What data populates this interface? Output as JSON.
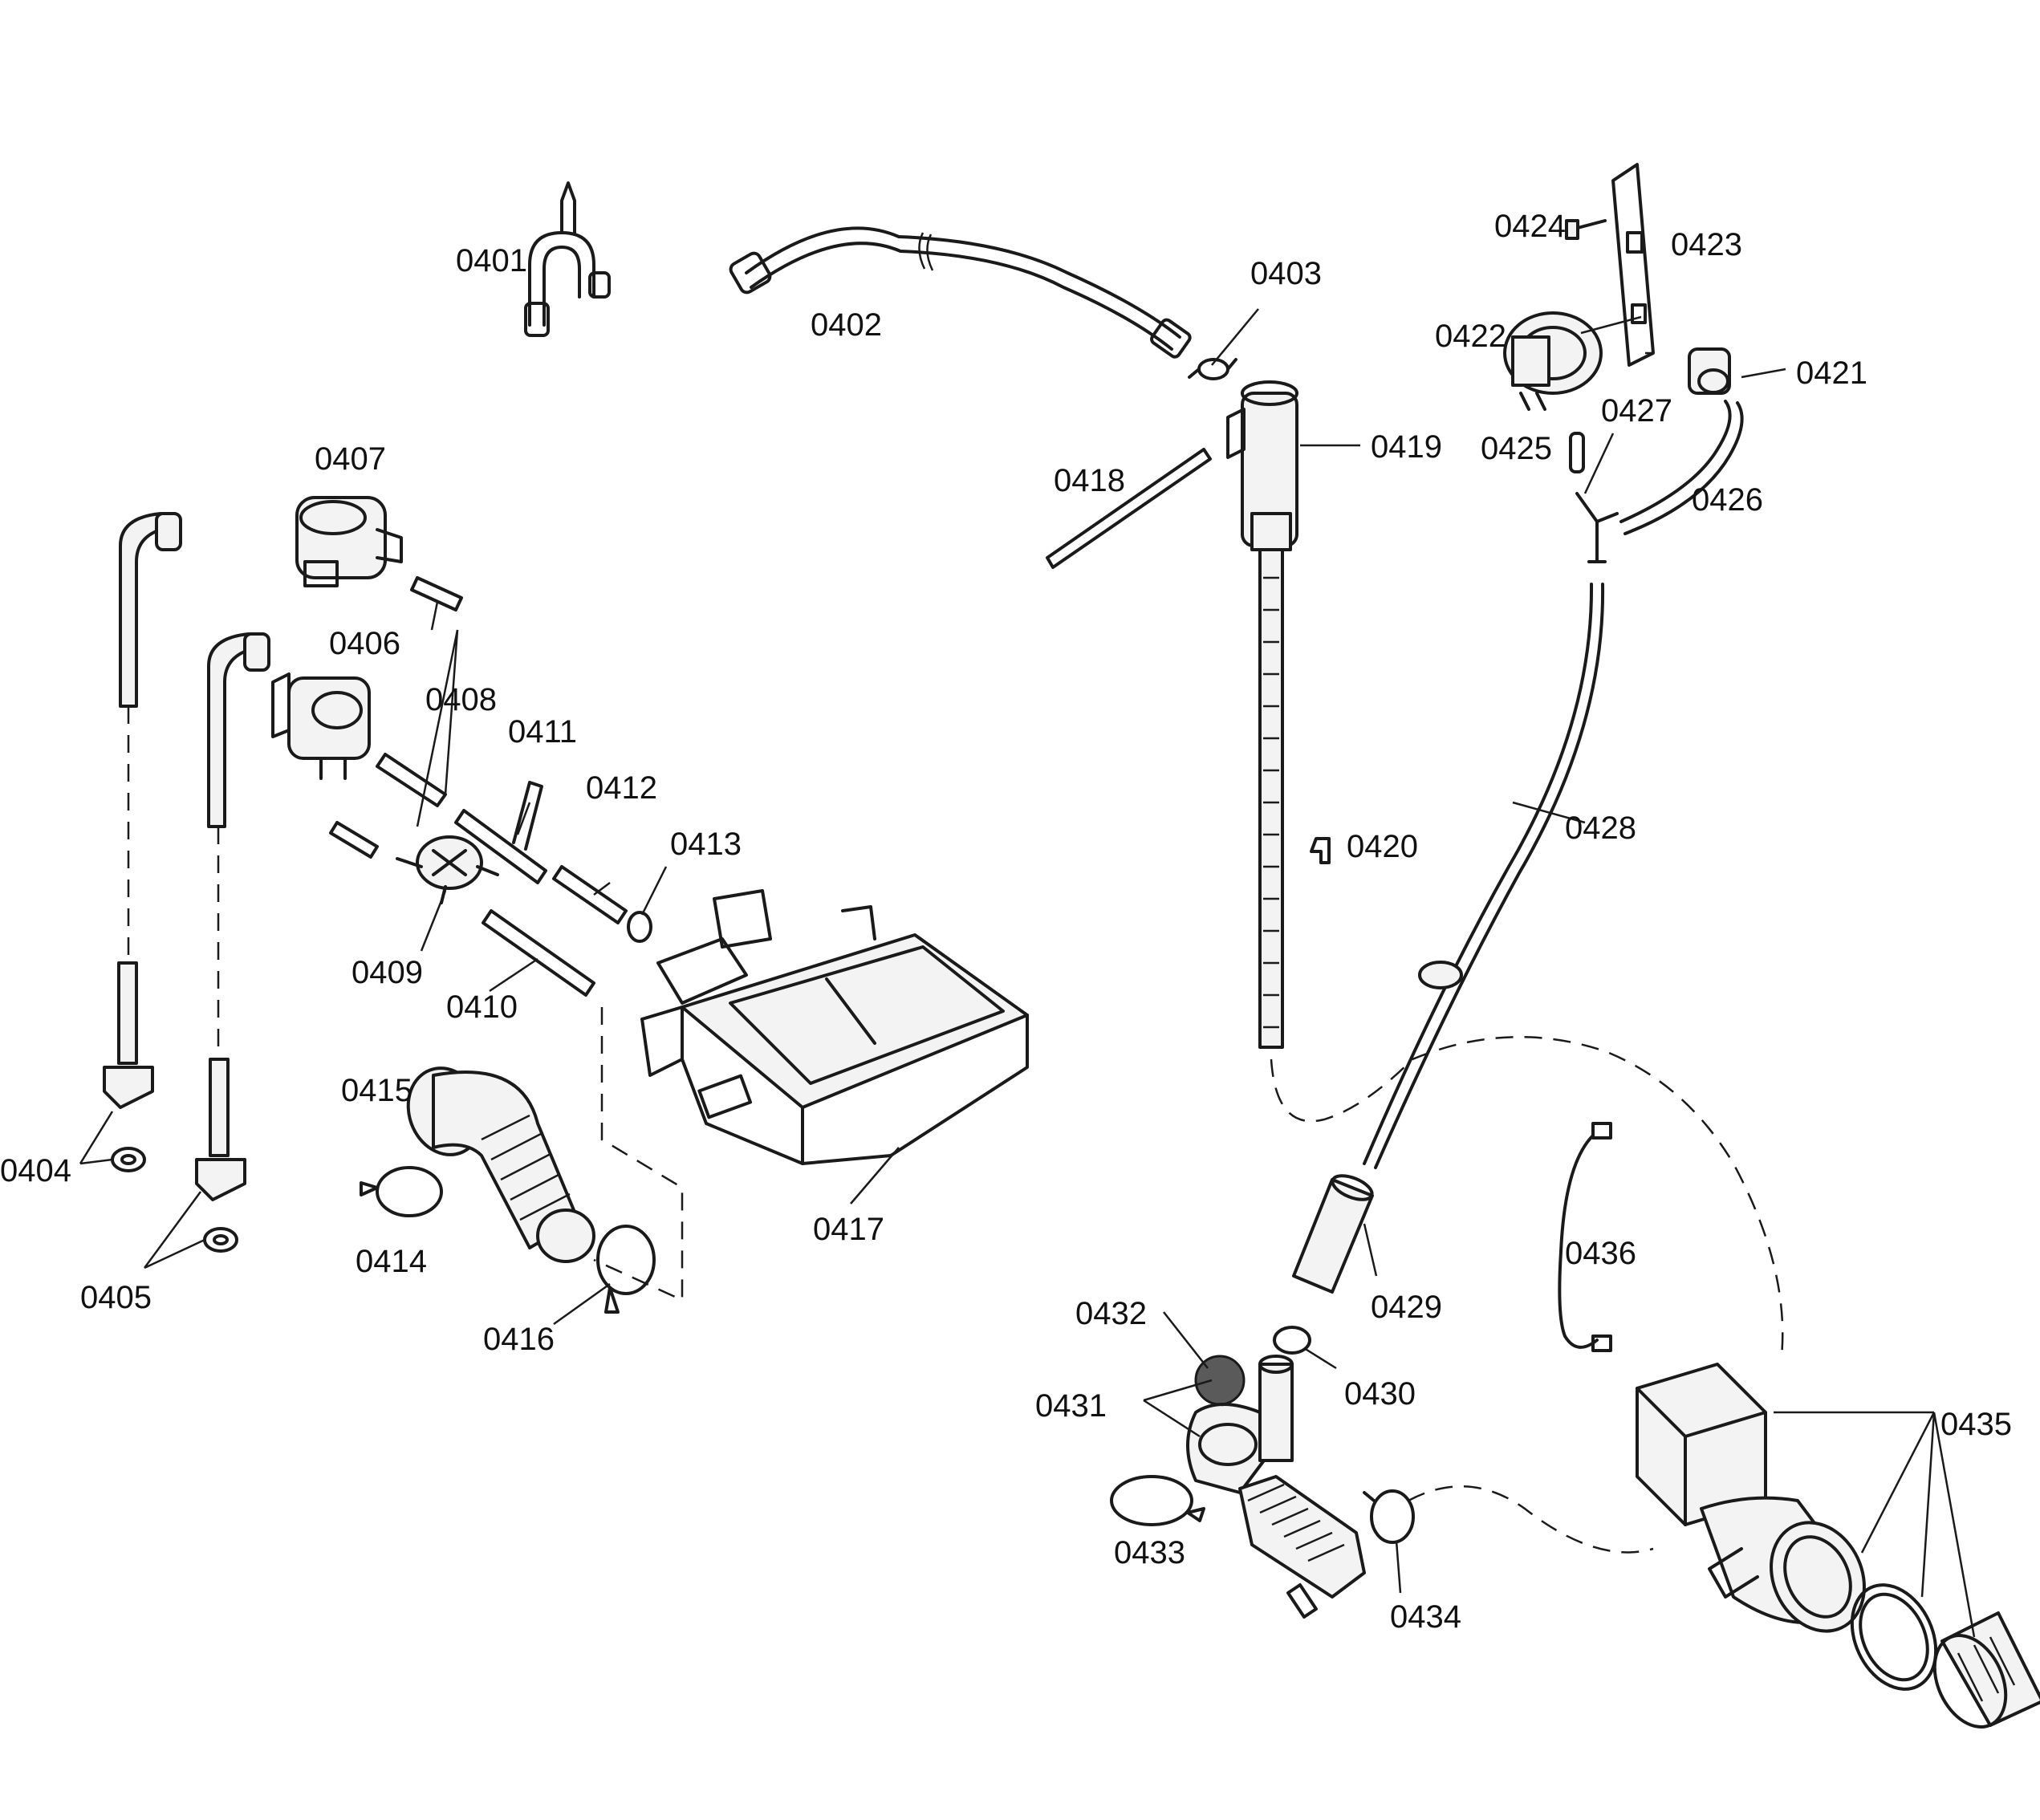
{
  "labels": {
    "p0401": "0401",
    "p0402": "0402",
    "p0403": "0403",
    "p0404": "0404",
    "p0405": "0405",
    "p0406": "0406",
    "p0407": "0407",
    "p0408": "0408",
    "p0409": "0409",
    "p0410": "0410",
    "p0411": "0411",
    "p0412": "0412",
    "p0413": "0413",
    "p0414": "0414",
    "p0415": "0415",
    "p0416": "0416",
    "p0417": "0417",
    "p0418": "0418",
    "p0419": "0419",
    "p0420": "0420",
    "p0421": "0421",
    "p0422": "0422",
    "p0423": "0423",
    "p0424": "0424",
    "p0425": "0425",
    "p0426": "0426",
    "p0427": "0427",
    "p0428": "0428",
    "p0429": "0429",
    "p0430": "0430",
    "p0431": "0431",
    "p0432": "0432",
    "p0433": "0433",
    "p0434": "0434",
    "p0435": "0435",
    "p0436": "0436"
  }
}
